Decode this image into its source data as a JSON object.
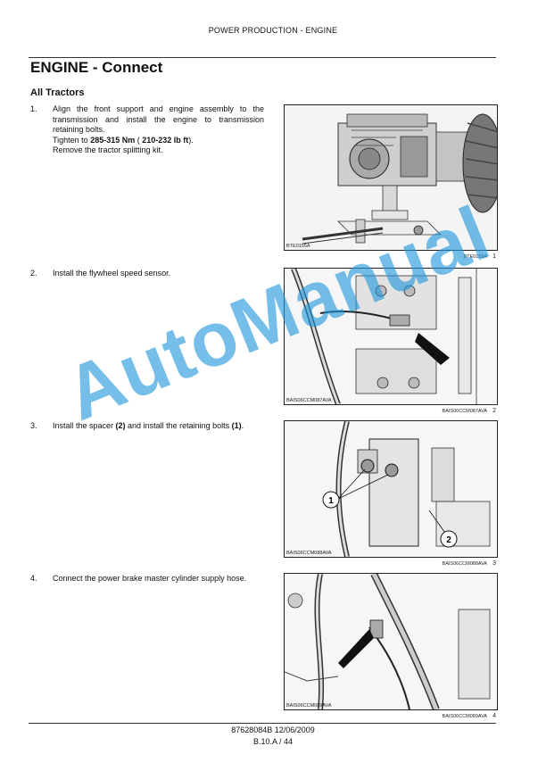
{
  "header": {
    "text": "POWER PRODUCTION - ENGINE"
  },
  "title": "ENGINE - Connect",
  "subtitle": "All Tractors",
  "steps": [
    {
      "num": "1.",
      "line1": "Align the front support and engine assembly to the transmission and install the engine to transmission retaining bolts.",
      "tighten_prefix": "Tighten to ",
      "torque_nm": "285-315 Nm",
      "torque_mid": " ( ",
      "torque_lbft": "210-232 lb ft",
      "torque_suffix": ").",
      "line3": "Remove the tractor splitting kit."
    },
    {
      "num": "2.",
      "text": "Install the flywheel speed sensor."
    },
    {
      "num": "3.",
      "prefix": "Install the spacer ",
      "spacer_ref": "(2)",
      "middle": " and install the retaining bolts ",
      "bolts_ref": "(1)",
      "suffix": "."
    },
    {
      "num": "4.",
      "text": "Connect the power brake master cylinder supply hose."
    }
  ],
  "figures": [
    {
      "inlabel": "BTE0155A",
      "caption": "BTE0155A",
      "number": "1"
    },
    {
      "inlabel": "BAIS06CCM087AVA",
      "caption": "BAIS06CCM087AVA",
      "number": "2"
    },
    {
      "inlabel": "BAIS06CCM088AVA",
      "caption": "BAIS06CCM088AVA",
      "number": "3",
      "callout1": "1",
      "callout2": "2"
    },
    {
      "inlabel": "BAIS06CCM089AVA",
      "caption": "BAIS06CCM089AVA",
      "number": "4"
    }
  ],
  "footer": {
    "doc": "87628084B 12/06/2009",
    "page": "B.10.A / 44"
  },
  "watermark": "AutoManual",
  "colors": {
    "watermark": "#1e96dc",
    "rule": "#333333"
  }
}
